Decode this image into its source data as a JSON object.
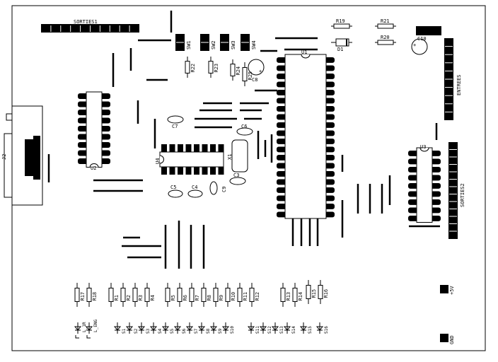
{
  "colors": {
    "ink": "#000000",
    "board": "#ffffff"
  },
  "headers": {
    "sorties1": "SORTIES1",
    "sorties2": "SORTIES2",
    "entrees": "ENTREES"
  },
  "connector": {
    "j2": "J2"
  },
  "chips": {
    "u1": "U1",
    "u2": "U2",
    "u3": "U3",
    "u4": "U4"
  },
  "switches": [
    "SW1",
    "SW2",
    "SW3",
    "SW4"
  ],
  "top_resistors": {
    "r19": "R19",
    "r20": "R20",
    "r21": "R21",
    "r22": "R22",
    "r23": "R23",
    "r24": "R24",
    "r25": "R25"
  },
  "diode": "D1",
  "crystal": "X1",
  "capacitors": {
    "c3": "C3",
    "c4": "C4",
    "c5": "C5",
    "c6": "C6",
    "c7": "C7",
    "c8": "C8",
    "c9": "C9",
    "c10": "C10"
  },
  "power": {
    "plus5v": "+5V",
    "gnd": "GND"
  },
  "bottom_resistors": [
    "R17",
    "R18",
    "R1",
    "R2",
    "R3",
    "R4",
    "R5",
    "R6",
    "R7",
    "R8",
    "R9",
    "R10",
    "R11",
    "R12",
    "R13",
    "R14",
    "R15",
    "R16"
  ],
  "leds": [
    "L_1R",
    "L_ENG",
    "S1",
    "S2",
    "S3",
    "S4",
    "S5",
    "S6",
    "S7",
    "S8",
    "S9",
    "S10",
    "S11",
    "S12",
    "S13",
    "S14",
    "S15",
    "S16"
  ]
}
